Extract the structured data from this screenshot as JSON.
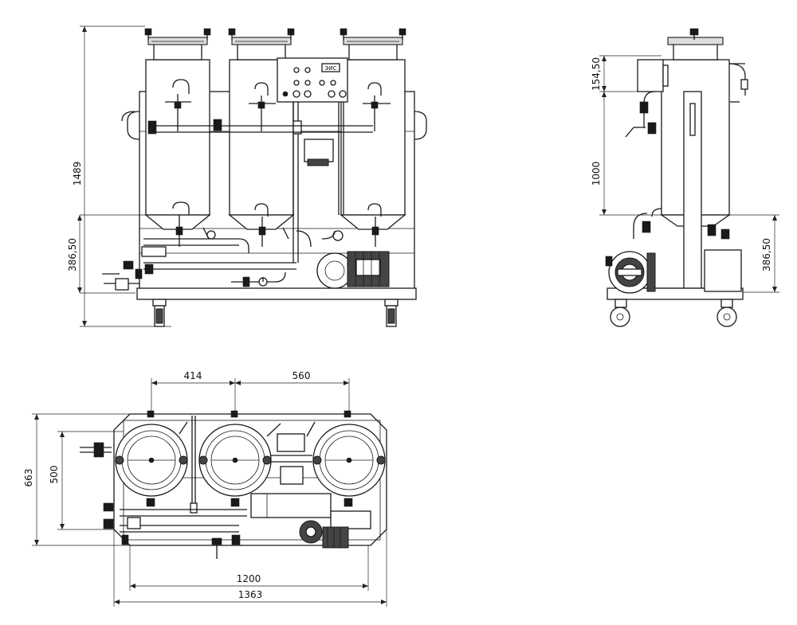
{
  "front_view": {
    "dim_overall_height": "1489",
    "dim_lower_height": "386,50",
    "panel_label": "ЭИС"
  },
  "side_view": {
    "dim_top": "154,50",
    "dim_middle": "1000",
    "dim_lower": "386,50"
  },
  "top_view": {
    "dim_spacing_left": "414",
    "dim_spacing_right": "560",
    "dim_depth_outer": "663",
    "dim_depth_inner": "500",
    "dim_width_inner": "1200",
    "dim_width_outer": "1363"
  }
}
